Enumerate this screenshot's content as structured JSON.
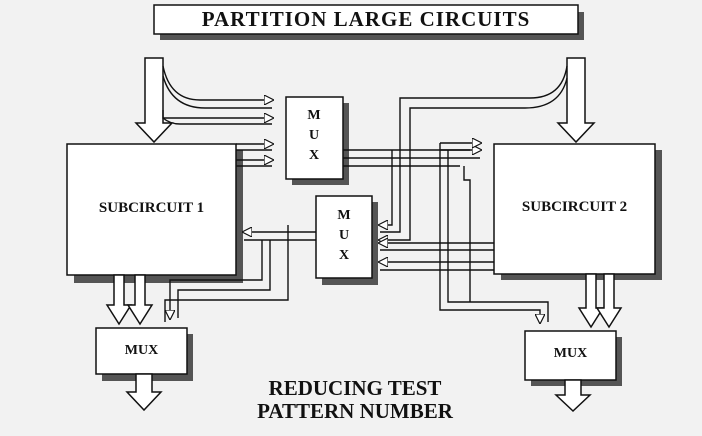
{
  "title": "PARTITION LARGE CIRCUITS",
  "blocks": {
    "subcircuit1": "SUBCIRCUIT 1",
    "subcircuit2": "SUBCIRCUIT 2",
    "mux_top": "M U X",
    "mux_mid": "M U X",
    "mux_bottom_left": "MUX",
    "mux_bottom_right": "MUX"
  },
  "caption": {
    "line1": "REDUCING TEST",
    "line2": "PATTERN NUMBER"
  }
}
